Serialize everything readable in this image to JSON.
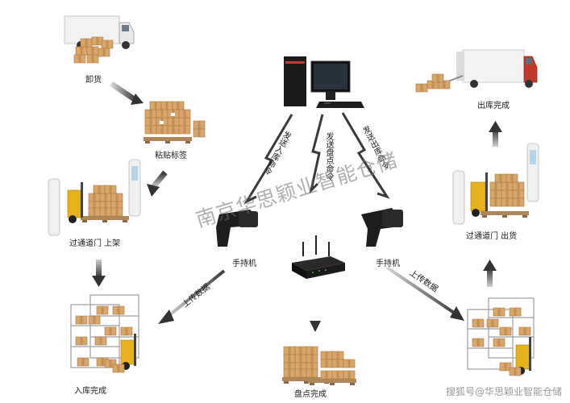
{
  "steps": {
    "unload": "卸货",
    "label": "粘贴标签",
    "gate_in": "过通道门 上架",
    "inbound_done": "入库完成",
    "inventory_done": "盘点完成",
    "outbound_done": "出库完成",
    "gate_out": "过通道门 出货"
  },
  "devices": {
    "handheld_left": "手持机",
    "handheld_right": "手持机"
  },
  "commands": {
    "inbound_cmd": "发送入库命令",
    "inventory_cmd": "发送盘点命令",
    "outbound_cmd": "发送出库命令"
  },
  "uploads": {
    "upload_left": "上传数据",
    "upload_right": "上传数据"
  },
  "watermark": "南京华思颖业智能仓储",
  "credit": "搜狐号@华思颖业智能仓储",
  "colors": {
    "arrow_gray": "#4a4a4a",
    "box": "#d9a66b",
    "truck_red": "#c0392b",
    "forklift_yellow": "#e8b21c"
  }
}
